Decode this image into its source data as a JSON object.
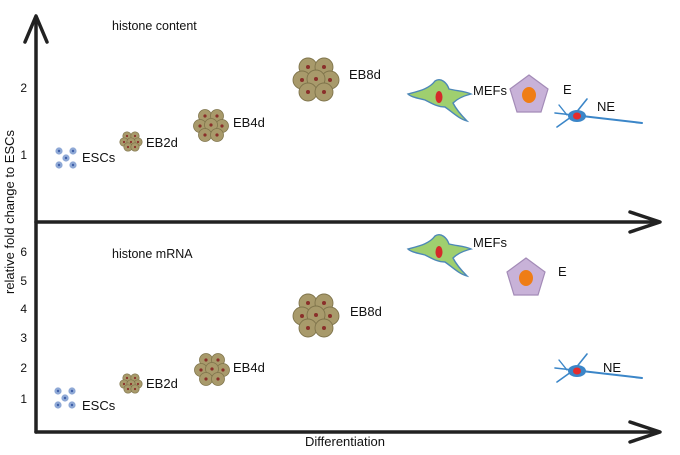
{
  "y_axis_label": "relative fold change to ESCs",
  "x_axis_label": "Differentiation",
  "colors": {
    "axis": "#222222",
    "esc_fill": "#8fa9d6",
    "esc_dot": "#3f5fa8",
    "eb_fill": "#a89a6b",
    "eb_stroke": "#7f744b",
    "eb_dot": "#8a2f2a",
    "mef_fill": "#9fcf6f",
    "mef_stroke": "#4d88b7",
    "mef_nucleus": "#d42a2a",
    "e_fill": "#c8b2d8",
    "e_stroke": "#a38bb7",
    "e_nucleus": "#ef7d16",
    "ne_line": "#3b86c8",
    "ne_nucleus": "#e52c2c"
  },
  "top_panel": {
    "title": "histone content",
    "ticks": [
      "1",
      "2"
    ],
    "labels": {
      "escs": "ESCs",
      "eb2d": "EB2d",
      "eb4d": "EB4d",
      "eb8d": "EB8d",
      "mefs": "MEFs",
      "e": "E",
      "ne": "NE"
    }
  },
  "bottom_panel": {
    "title": "histone mRNA",
    "ticks": [
      "1",
      "2",
      "3",
      "4",
      "5",
      "6"
    ],
    "labels": {
      "escs": "ESCs",
      "eb2d": "EB2d",
      "eb4d": "EB4d",
      "eb8d": "EB8d",
      "mefs": "MEFs",
      "e": "E",
      "ne": "NE"
    }
  }
}
